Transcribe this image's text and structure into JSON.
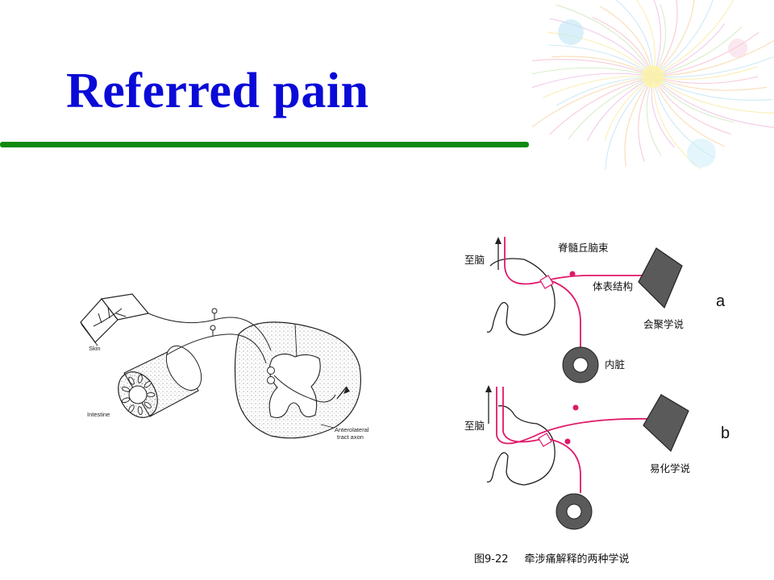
{
  "slide": {
    "title": "Referred pain",
    "accent_color": "#0a0ad8",
    "rule_color": "#0f8a10"
  },
  "left_figure": {
    "labels": {
      "skin": "Skin",
      "intestine": "Intestine",
      "axon_line1": "Anterolateral",
      "axon_line2": "tract axon"
    }
  },
  "right_figure": {
    "pathway_color": "#e0186a",
    "panel_a": {
      "letter": "a",
      "to_brain": "至脑",
      "tract": "脊髓丘脑束",
      "body_surface": "体表结构",
      "theory": "会聚学说",
      "viscera": "内脏"
    },
    "panel_b": {
      "letter": "b",
      "to_brain": "至脑",
      "theory": "易化学说"
    },
    "caption": {
      "number": "图9-22",
      "text": "牵涉痛解释的两种学说"
    }
  }
}
